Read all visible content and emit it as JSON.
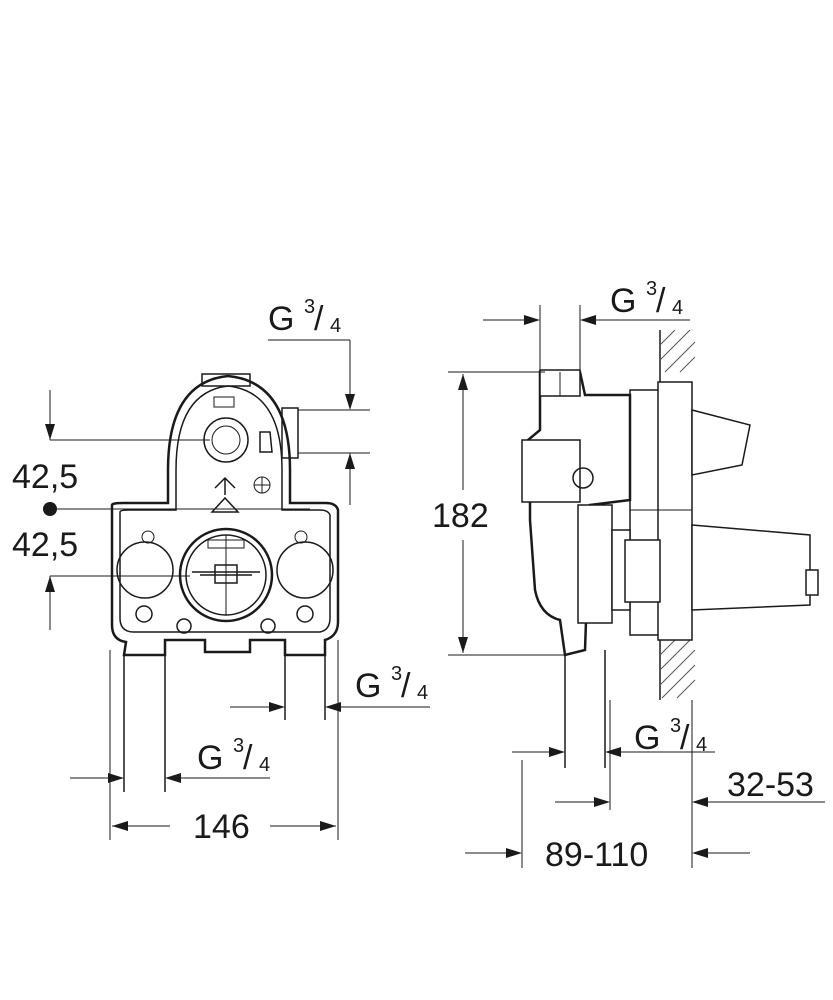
{
  "labels": {
    "g34_top_front": {
      "g": "G",
      "num": "3",
      "den": "4"
    },
    "g34_right_front": {
      "g": "G",
      "num": "3",
      "den": "4"
    },
    "g34_bottom_front": {
      "g": "G",
      "num": "3",
      "den": "4"
    },
    "g34_top_side": {
      "g": "G",
      "num": "3",
      "den": "4"
    },
    "g34_bottom_side": {
      "g": "G",
      "num": "3",
      "den": "4"
    },
    "dim_425_top": "42,5",
    "dim_425_bottom": "42,5",
    "dim_146": "146",
    "dim_182": "182",
    "dim_89_110": "89-110",
    "dim_32_53": "32-53"
  }
}
